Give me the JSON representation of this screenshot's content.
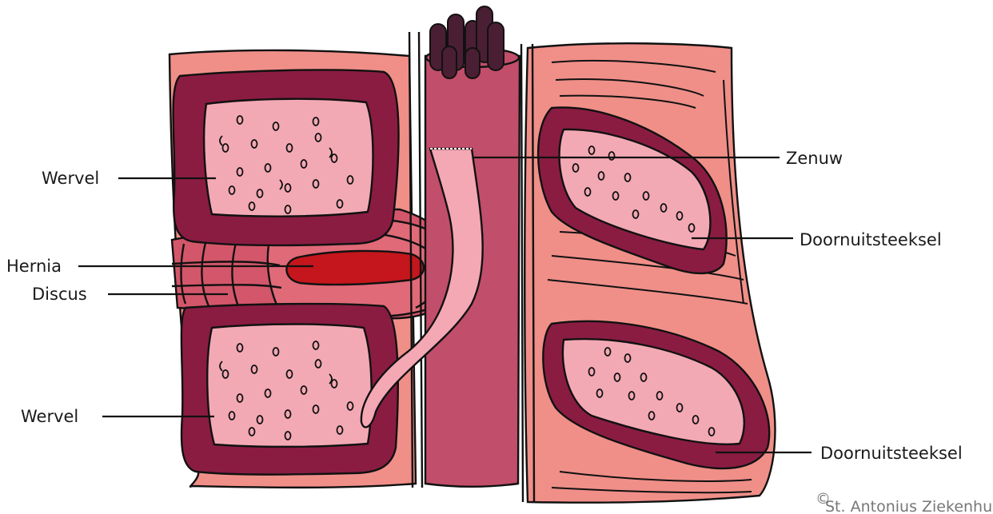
{
  "labels": {
    "wervel_top": "Wervel",
    "hernia": "Hernia",
    "discus": "Discus",
    "wervel_bottom": "Wervel",
    "zenuw": "Zenuw",
    "doorn_top": "Doornuitsteeksel",
    "doorn_bottom": "Doornuitsteeksel"
  },
  "credit": {
    "symbol": "©",
    "text": "St. Antonius Ziekenhuis"
  },
  "colors": {
    "tissue": "#ef8f88",
    "bone_outer": "#8a1c42",
    "bone_inner": "#f3a9b4",
    "disc": "#d4566a",
    "disc_light": "#e06a78",
    "hernia": "#c4161c",
    "spinal_cord": "#c14e6a",
    "nerve": "#f4a8b4",
    "nerve_roots": "#4a1f33"
  }
}
